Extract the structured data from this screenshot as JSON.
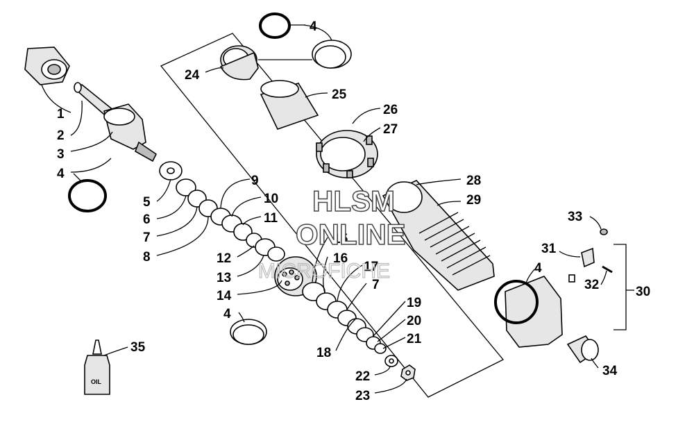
{
  "callouts": {
    "p1": "1",
    "p2": "2",
    "p3": "3",
    "p4a": "4",
    "p4b": "4",
    "p4c": "4",
    "p4d": "4",
    "p5": "5",
    "p6": "6",
    "p7a": "7",
    "p7b": "7",
    "p8": "8",
    "p9": "9",
    "p10": "10",
    "p11": "11",
    "p12": "12",
    "p13": "13",
    "p14": "14",
    "p15": "15",
    "p16": "16",
    "p17": "17",
    "p18": "18",
    "p19": "19",
    "p20": "20",
    "p21": "21",
    "p22": "22",
    "p23": "23",
    "p24": "24",
    "p25": "25",
    "p26": "26",
    "p27": "27",
    "p28": "28",
    "p29": "29",
    "p30": "30",
    "p31": "31",
    "p32": "32",
    "p33": "33",
    "p34": "34",
    "p35": "35"
  },
  "oil_bottle": {
    "label": "OIL"
  },
  "watermark": {
    "line1": "HLSM",
    "line2": "ONLINE",
    "line3": "MICROFICHE"
  }
}
